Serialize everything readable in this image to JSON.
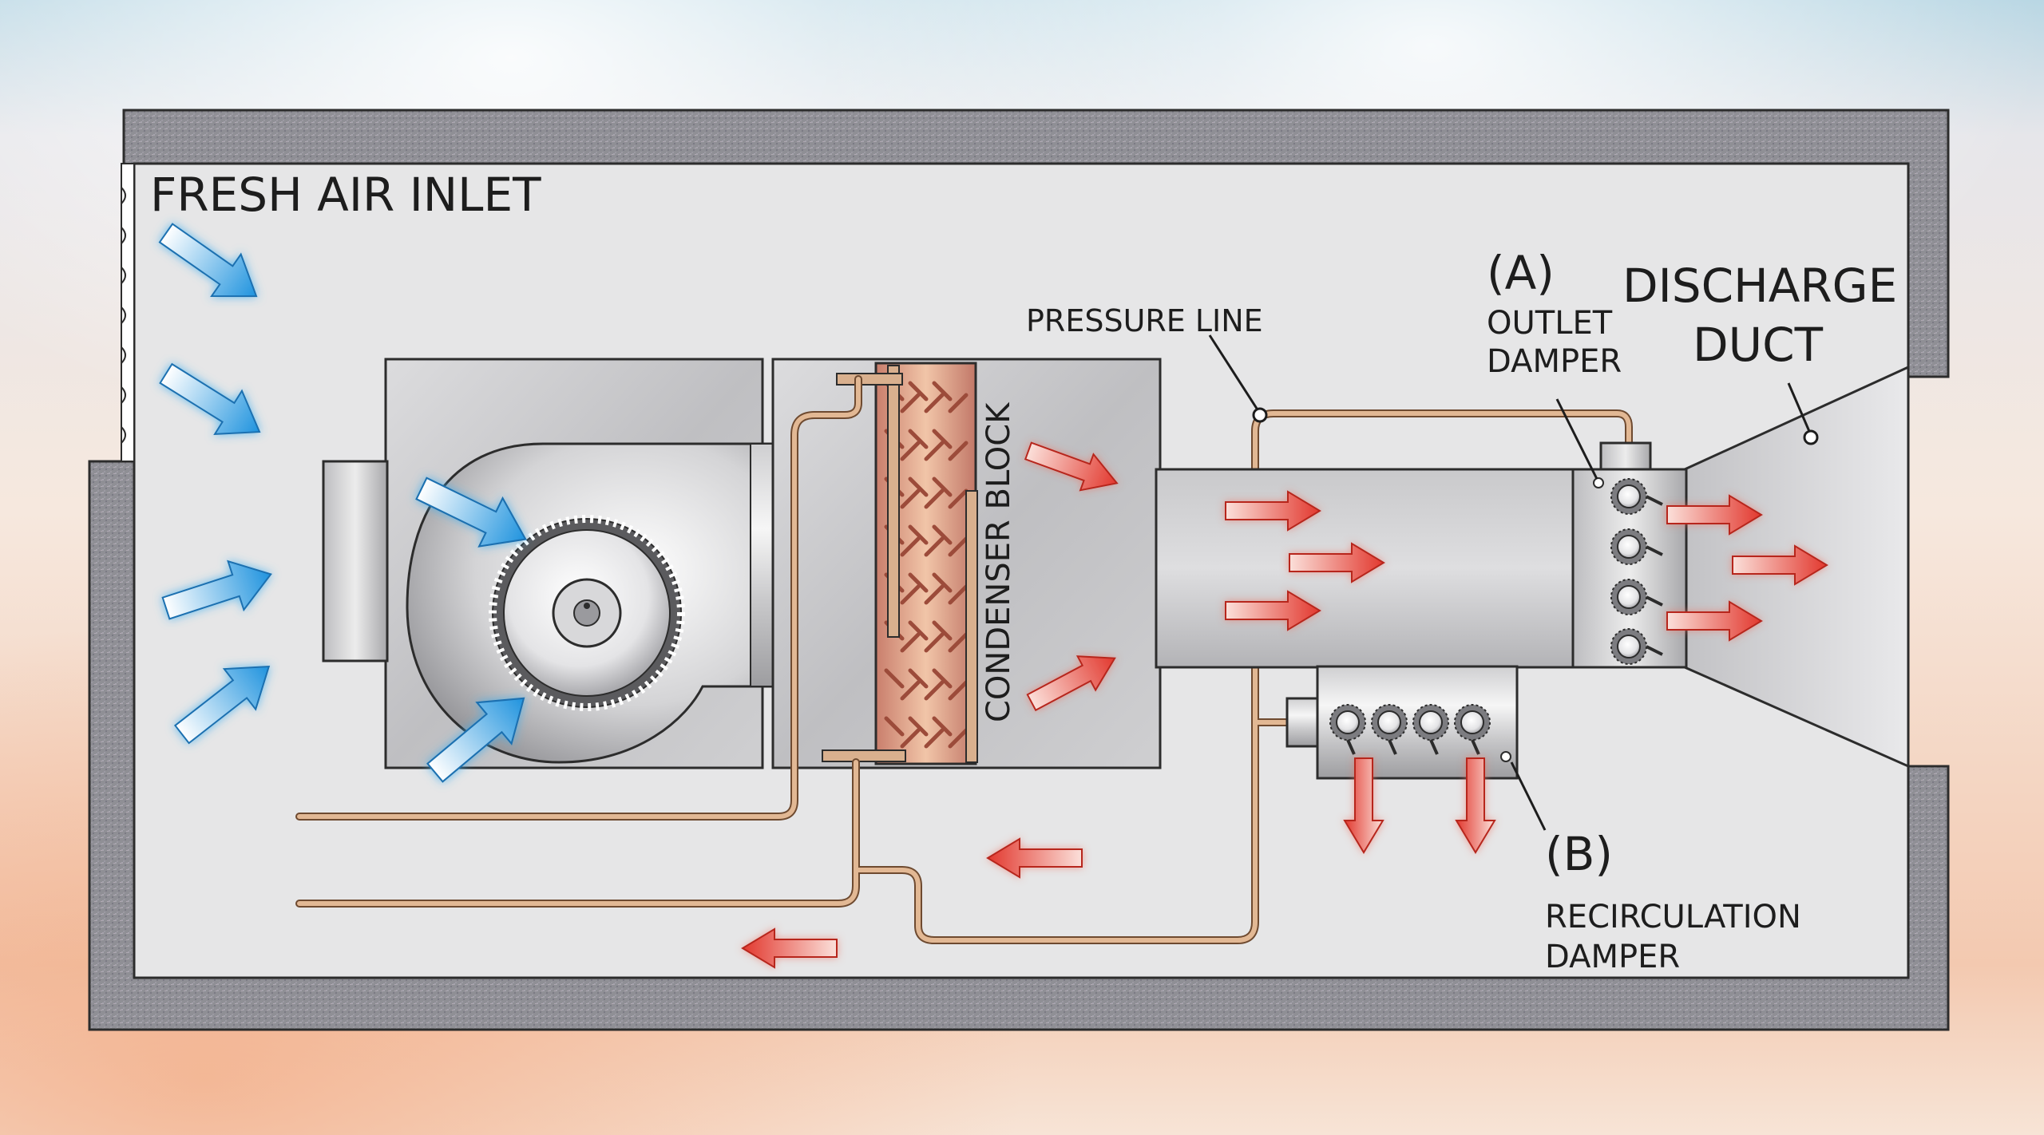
{
  "labels": {
    "fresh_air_inlet": "FRESH AIR INLET",
    "pressure_line": "PRESSURE LINE",
    "outlet_marker": "(A)",
    "outlet_line1": "OUTLET",
    "outlet_line2": "DAMPER",
    "discharge_line1": "DISCHARGE",
    "discharge_line2": "DUCT",
    "condenser_block": "CONDENSER BLOCK",
    "recirc_marker": "(B)",
    "recirc_line1": "RECIRCULATION",
    "recirc_line2": "DAMPER"
  },
  "colors": {
    "fresh_air_arrow": "#2aa3e6",
    "hot_air_arrow": "#e8443a",
    "pipe": "#c89a72",
    "wall": "#8e8e92",
    "condenser": "#c98a78"
  },
  "icons": {
    "blower_fan": "centrifugal-fan-icon",
    "damper_gear": "gear-icon"
  }
}
